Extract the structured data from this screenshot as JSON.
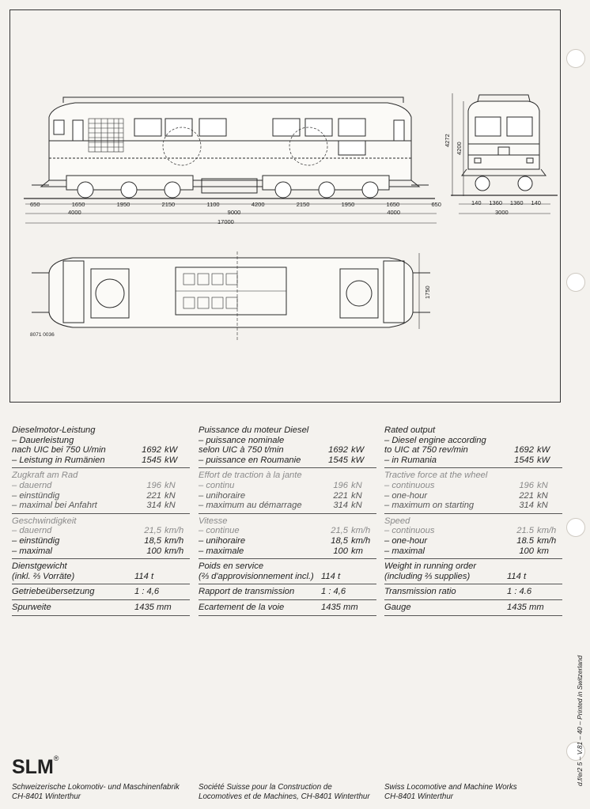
{
  "drawing": {
    "dims_side_bottom": [
      "650",
      "1650",
      "1950",
      "2150",
      "1100",
      "4200",
      "2150",
      "1950",
      "1650",
      "650"
    ],
    "dims_side_mid": [
      "4000",
      "9000",
      "4000"
    ],
    "dim_total": "17000",
    "dims_front_bottom": [
      "140",
      "1360",
      "1360",
      "140"
    ],
    "dim_front_width": "3000",
    "dim_front_h1": "4272",
    "dim_front_h2": "4200",
    "dim_plan_width": "1750",
    "plan_ref": "8071 0036"
  },
  "columns": [
    {
      "sections": [
        {
          "rows": [
            {
              "label": "Dieselmotor-Leistung",
              "value": "",
              "unit": "",
              "tone": "dark"
            },
            {
              "label": "– Dauerleistung",
              "value": "",
              "unit": "",
              "tone": "dark"
            },
            {
              "label": "   nach UIC bei 750 U/min",
              "value": "1692",
              "unit": "kW",
              "tone": "dark"
            },
            {
              "label": "– Leistung in Rumänien",
              "value": "1545",
              "unit": "kW",
              "tone": "dark"
            }
          ]
        },
        {
          "rows": [
            {
              "label": "Zugkraft am Rad",
              "value": "",
              "unit": "",
              "tone": "faint"
            },
            {
              "label": "– dauernd",
              "value": "196",
              "unit": "kN",
              "tone": "faint"
            },
            {
              "label": "– einstündig",
              "value": "221",
              "unit": "kN",
              "tone": "mid"
            },
            {
              "label": "– maximal bei Anfahrt",
              "value": "314",
              "unit": "kN",
              "tone": "mid"
            }
          ]
        },
        {
          "rows": [
            {
              "label": "Geschwindigkeit",
              "value": "",
              "unit": "",
              "tone": "faint"
            },
            {
              "label": "– dauernd",
              "value": "21,5",
              "unit": "km/h",
              "tone": "faint"
            },
            {
              "label": "– einstündig",
              "value": "18,5",
              "unit": "km/h",
              "tone": "dark"
            },
            {
              "label": "– maximal",
              "value": "100",
              "unit": "km/h",
              "tone": "dark"
            }
          ]
        },
        {
          "rows": [
            {
              "label": "Dienstgewicht",
              "value": "",
              "unit": "",
              "tone": "dark"
            },
            {
              "label": "(inkl. ⅔ Vorräte)",
              "value": "114 t",
              "unit": "",
              "tone": "dark"
            }
          ]
        },
        {
          "rows": [
            {
              "label": "Getriebeübersetzung",
              "value": "1 : 4,6",
              "unit": "",
              "tone": "dark"
            }
          ]
        },
        {
          "rows": [
            {
              "label": "Spurweite",
              "value": "1435 mm",
              "unit": "",
              "tone": "dark"
            }
          ]
        }
      ]
    },
    {
      "sections": [
        {
          "rows": [
            {
              "label": "Puissance du moteur Diesel",
              "value": "",
              "unit": "",
              "tone": "dark"
            },
            {
              "label": "– puissance nominale",
              "value": "",
              "unit": "",
              "tone": "dark"
            },
            {
              "label": "   selon UIC à 750 t/min",
              "value": "1692",
              "unit": "kW",
              "tone": "dark"
            },
            {
              "label": "– puissance en Roumanie",
              "value": "1545",
              "unit": "kW",
              "tone": "dark"
            }
          ]
        },
        {
          "rows": [
            {
              "label": "Effort de traction à la jante",
              "value": "",
              "unit": "",
              "tone": "faint"
            },
            {
              "label": "– continu",
              "value": "196",
              "unit": "kN",
              "tone": "faint"
            },
            {
              "label": "– unihoraire",
              "value": "221",
              "unit": "kN",
              "tone": "mid"
            },
            {
              "label": "– maximum au démarrage",
              "value": "314",
              "unit": "kN",
              "tone": "mid"
            }
          ]
        },
        {
          "rows": [
            {
              "label": "Vitesse",
              "value": "",
              "unit": "",
              "tone": "faint"
            },
            {
              "label": "– continue",
              "value": "21,5",
              "unit": "km/h",
              "tone": "faint"
            },
            {
              "label": "– unihoraire",
              "value": "18,5",
              "unit": "km/h",
              "tone": "dark"
            },
            {
              "label": "– maximale",
              "value": "100",
              "unit": "km",
              "tone": "dark"
            }
          ]
        },
        {
          "rows": [
            {
              "label": "Poids en service",
              "value": "",
              "unit": "",
              "tone": "dark"
            },
            {
              "label": "(⅔ d'approvisionnement incl.)",
              "value": "114 t",
              "unit": "",
              "tone": "dark"
            }
          ]
        },
        {
          "rows": [
            {
              "label": "Rapport de transmission",
              "value": "1 : 4,6",
              "unit": "",
              "tone": "dark"
            }
          ]
        },
        {
          "rows": [
            {
              "label": "Ecartement de la voie",
              "value": "1435 mm",
              "unit": "",
              "tone": "dark"
            }
          ]
        }
      ]
    },
    {
      "sections": [
        {
          "rows": [
            {
              "label": "Rated output",
              "value": "",
              "unit": "",
              "tone": "dark"
            },
            {
              "label": "– Diesel engine according",
              "value": "",
              "unit": "",
              "tone": "dark"
            },
            {
              "label": "   to UIC at 750 rev/min",
              "value": "1692",
              "unit": "kW",
              "tone": "dark"
            },
            {
              "label": "– in Rumania",
              "value": "1545",
              "unit": "kW",
              "tone": "dark"
            }
          ]
        },
        {
          "rows": [
            {
              "label": "Tractive force at the wheel",
              "value": "",
              "unit": "",
              "tone": "faint"
            },
            {
              "label": "– continuous",
              "value": "196",
              "unit": "kN",
              "tone": "faint"
            },
            {
              "label": "– one-hour",
              "value": "221",
              "unit": "kN",
              "tone": "mid"
            },
            {
              "label": "– maximum on starting",
              "value": "314",
              "unit": "kN",
              "tone": "mid"
            }
          ]
        },
        {
          "rows": [
            {
              "label": "Speed",
              "value": "",
              "unit": "",
              "tone": "faint"
            },
            {
              "label": "– continuous",
              "value": "21.5",
              "unit": "km/h",
              "tone": "faint"
            },
            {
              "label": "– one-hour",
              "value": "18.5",
              "unit": "km/h",
              "tone": "dark"
            },
            {
              "label": "– maximal",
              "value": "100",
              "unit": "km",
              "tone": "dark"
            }
          ]
        },
        {
          "rows": [
            {
              "label": "Weight in running order",
              "value": "",
              "unit": "",
              "tone": "dark"
            },
            {
              "label": "(including ⅔ supplies)",
              "value": "114 t",
              "unit": "",
              "tone": "dark"
            }
          ]
        },
        {
          "rows": [
            {
              "label": "Transmission ratio",
              "value": "1 : 4.6",
              "unit": "",
              "tone": "dark"
            }
          ]
        },
        {
          "rows": [
            {
              "label": "Gauge",
              "value": "1435 mm",
              "unit": "",
              "tone": "dark"
            }
          ]
        }
      ]
    }
  ],
  "footer": {
    "logo": "SLM",
    "logo_mark": "®",
    "de_line1": "Schweizerische Lokomotiv- und Maschinenfabrik",
    "de_line2": "CH-8401 Winterthur",
    "fr_line1": "Société Suisse pour la Construction de",
    "fr_line2": "Locomotives et de Machines, CH-8401 Winterthur",
    "en_line1": "Swiss Locomotive and Machine Works",
    "en_line2": "CH-8401 Winterthur",
    "side_note": "d.f/e/2 5 – V.81 – 40 – Printed in Switzerland"
  }
}
